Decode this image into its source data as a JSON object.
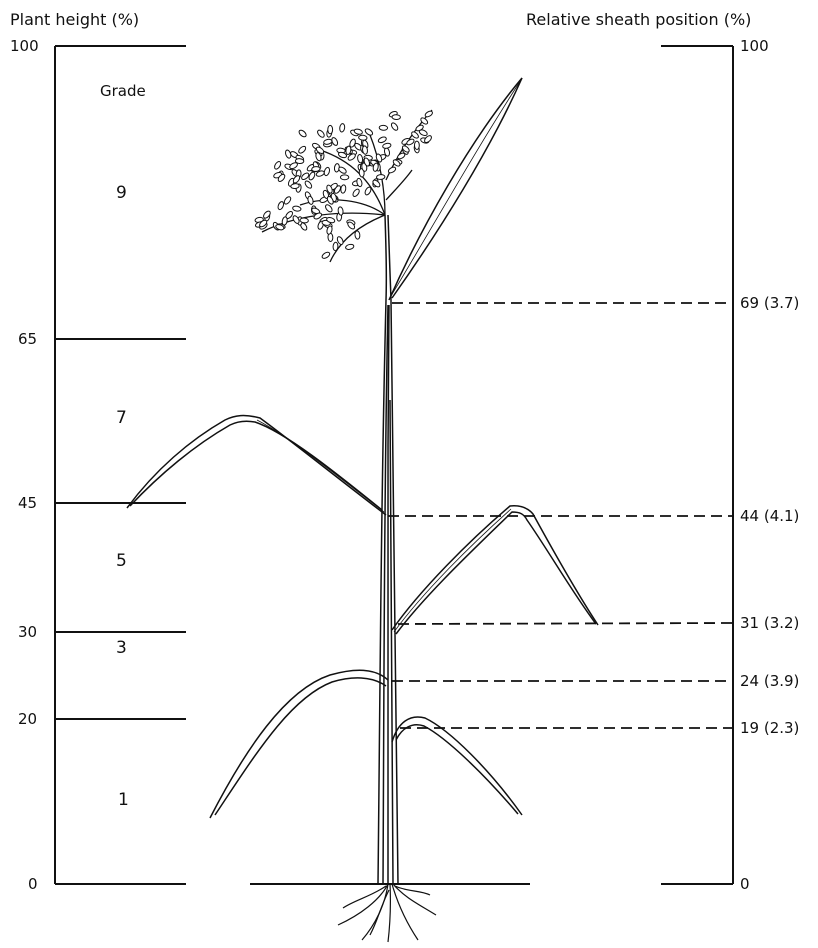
{
  "left_axis": {
    "title": "Plant height (%)",
    "grade_header": "Grade",
    "ticks": [
      "100",
      "65",
      "45",
      "30",
      "20",
      "0"
    ],
    "grades": [
      "9",
      "7",
      "5",
      "3",
      "1"
    ]
  },
  "right_axis": {
    "title": "Relative sheath position (%)",
    "ticks": [
      "100",
      "0"
    ],
    "sheath_labels": [
      "69 (3.7)",
      "44 (4.1)",
      "31 (3.2)",
      "24 (3.9)",
      "19 (2.3)"
    ]
  },
  "colors": {
    "ink": "#111111",
    "background": "#ffffff"
  }
}
